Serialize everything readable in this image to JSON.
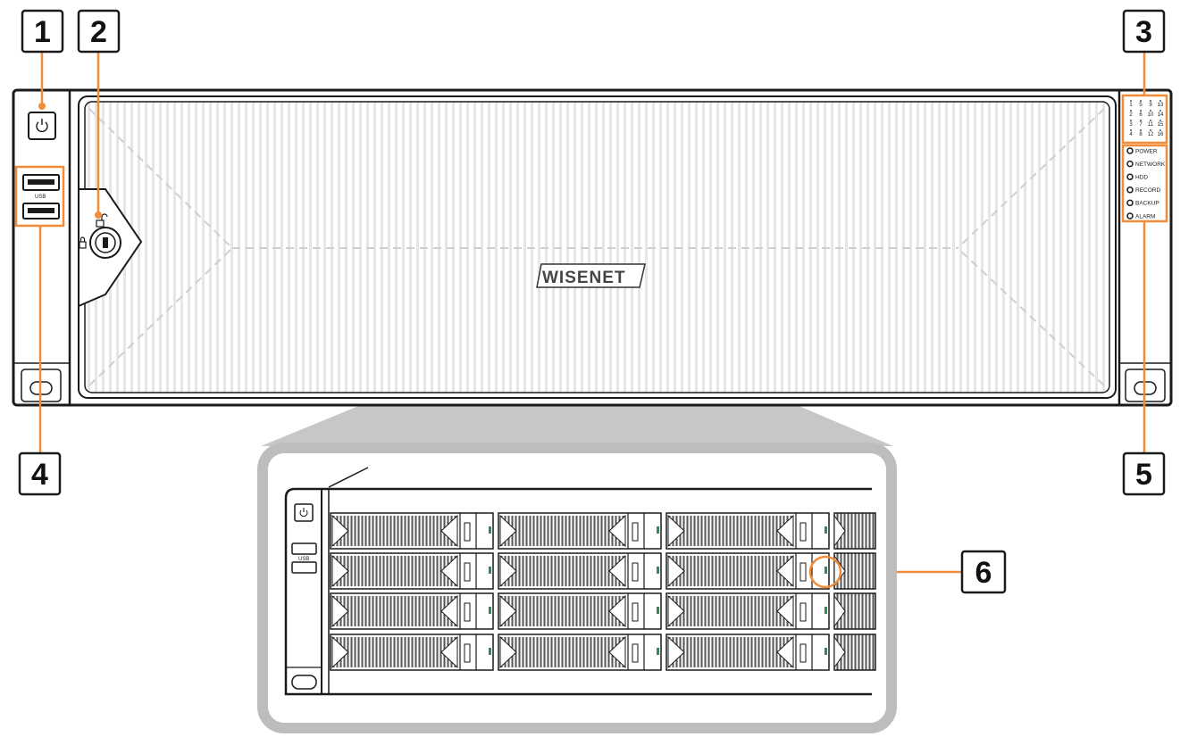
{
  "brand": {
    "logo_text": "WISENET"
  },
  "usb_label": "USB",
  "hdd_led_numbers": [
    "1",
    "5",
    "9",
    "13",
    "2",
    "6",
    "10",
    "14",
    "3",
    "7",
    "11",
    "15",
    "4",
    "8",
    "12",
    "16"
  ],
  "status_leds": [
    {
      "label": "POWER"
    },
    {
      "label": "NETWORK"
    },
    {
      "label": "HDD"
    },
    {
      "label": "RECORD"
    },
    {
      "label": "BACKUP"
    },
    {
      "label": "ALARM"
    }
  ],
  "callouts": [
    {
      "number": "1"
    },
    {
      "number": "2"
    },
    {
      "number": "3"
    },
    {
      "number": "4"
    },
    {
      "number": "5"
    },
    {
      "number": "6"
    }
  ],
  "colors": {
    "highlight": "#f28c38",
    "outline": "#1a1a1a",
    "zoom_frame": "#bdbdbd",
    "hdd_led": "#2e8b57"
  }
}
